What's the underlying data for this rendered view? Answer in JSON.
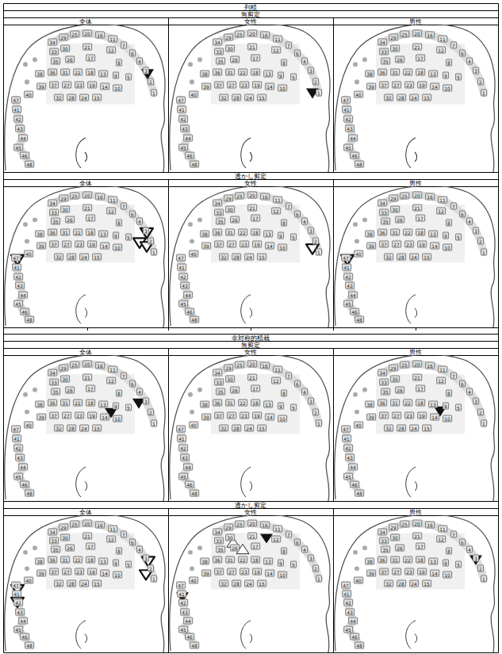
{
  "diagram": {
    "labels": [
      "列植",
      "無剪定",
      "全体",
      "女性",
      "男性",
      "34",
      "29",
      "25",
      "20",
      "16",
      "11",
      "7",
      "6",
      "4",
      "3",
      "2",
      "1",
      "33",
      "30",
      "21",
      "12",
      "35",
      "26",
      "17",
      "8",
      "38",
      "36",
      "31",
      "22",
      "18",
      "13",
      "9",
      "5",
      "39",
      "37",
      "27",
      "23",
      "19",
      "14",
      "10",
      "32",
      "28",
      "24",
      "15",
      "47",
      "40",
      "41",
      "42",
      "43",
      "44",
      "45",
      "46",
      "48",
      "34",
      "29",
      "25",
      "20",
      "16",
      "11",
      "7",
      "6",
      "4",
      "3",
      "2",
      "1",
      "33",
      "30",
      "21",
      "12",
      "35",
      "26",
      "17",
      "8",
      "38",
      "36",
      "31",
      "22",
      "18",
      "13",
      "9",
      "5",
      "39",
      "37",
      "27",
      "23",
      "19",
      "14",
      "10",
      "32",
      "28",
      "24",
      "15",
      "47",
      "40",
      "41",
      "42",
      "43",
      "44",
      "45",
      "46",
      "48",
      "34",
      "29",
      "25",
      "20",
      "16",
      "11",
      "7",
      "6",
      "4",
      "3",
      "2",
      "1",
      "33",
      "30",
      "21",
      "12",
      "35",
      "26",
      "17",
      "8",
      "38",
      "36",
      "31",
      "22",
      "18",
      "13",
      "9",
      "5",
      "39",
      "37",
      "27",
      "23",
      "19",
      "14",
      "10",
      "32",
      "28",
      "24",
      "15",
      "47",
      "40",
      "41",
      "42",
      "43",
      "44",
      "45",
      "46",
      "48",
      "透かし剪定",
      "全体",
      "女性",
      "男性",
      "34",
      "29",
      "25",
      "20",
      "16",
      "11",
      "7",
      "6",
      "4",
      "3",
      "2",
      "1",
      "33",
      "30",
      "21",
      "12",
      "35",
      "26",
      "17",
      "8",
      "38",
      "36",
      "31",
      "22",
      "18",
      "13",
      "9",
      "5",
      "39",
      "37",
      "27",
      "23",
      "19",
      "14",
      "10",
      "32",
      "28",
      "24",
      "15",
      "47",
      "40",
      "41",
      "42",
      "43",
      "44",
      "45",
      "46",
      "48",
      "34",
      "29",
      "25",
      "20",
      "16",
      "11",
      "7",
      "6",
      "4",
      "3",
      "2",
      "1",
      "33",
      "30",
      "21",
      "12",
      "35",
      "26",
      "17",
      "8",
      "38",
      "36",
      "31",
      "22",
      "18",
      "13",
      "9",
      "5",
      "39",
      "37",
      "27",
      "23",
      "19",
      "14",
      "10",
      "32",
      "28",
      "24",
      "15",
      "47",
      "40",
      "41",
      "42",
      "43",
      "44",
      "45",
      "46",
      "48",
      "34",
      "29",
      "25",
      "20",
      "16",
      "11",
      "7",
      "6",
      "4",
      "3",
      "2",
      "1",
      "33",
      "30",
      "21",
      "12",
      "35",
      "26",
      "17",
      "8",
      "38",
      "36",
      "31",
      "22",
      "18",
      "13",
      "9",
      "5",
      "39",
      "37",
      "27",
      "23",
      "19",
      "14",
      "10",
      "32",
      "28",
      "24",
      "15",
      "47",
      "40",
      "41",
      "42",
      "43",
      "44",
      "45",
      "46",
      "48",
      "非対称的植栽",
      "無剪定",
      "全体",
      "女性",
      "男性",
      "34",
      "29",
      "25",
      "20",
      "16",
      "11",
      "7",
      "6",
      "4",
      "3",
      "2",
      "1",
      "33",
      "30",
      "21",
      "12",
      "35",
      "26",
      "17",
      "8",
      "38",
      "36",
      "31",
      "22",
      "18",
      "13",
      "9",
      "5",
      "39",
      "37",
      "27",
      "23",
      "19",
      "14",
      "10",
      "32",
      "28",
      "24",
      "15",
      "47",
      "40",
      "41",
      "42",
      "43",
      "44",
      "45",
      "46",
      "48",
      "34",
      "29",
      "25",
      "20",
      "16",
      "11",
      "7",
      "6",
      "4",
      "3",
      "2",
      "1",
      "33",
      "30",
      "21",
      "12",
      "35",
      "26",
      "17",
      "8",
      "38",
      "36",
      "31",
      "22",
      "18",
      "13",
      "9",
      "5",
      "39",
      "37",
      "27",
      "23",
      "19",
      "14",
      "10",
      "32",
      "28",
      "24",
      "15",
      "47",
      "40",
      "41",
      "42",
      "43",
      "44",
      "45",
      "46",
      "48",
      "34",
      "29",
      "25",
      "20",
      "16",
      "11",
      "7",
      "6",
      "4",
      "3",
      "2",
      "1",
      "33",
      "30",
      "21",
      "12",
      "35",
      "26",
      "17",
      "8",
      "38",
      "36",
      "31",
      "22",
      "18",
      "13",
      "9",
      "5",
      "39",
      "37",
      "27",
      "23",
      "19",
      "14",
      "10",
      "32",
      "28",
      "24",
      "15",
      "47",
      "40",
      "41",
      "42",
      "43",
      "44",
      "45",
      "46",
      "48",
      "透かし剪定",
      "全体",
      "女性",
      "男性",
      "34",
      "29",
      "25",
      "20",
      "16",
      "11",
      "7",
      "6",
      "4",
      "3",
      "2",
      "1",
      "33",
      "30",
      "21",
      "12",
      "35",
      "26",
      "17",
      "8",
      "38",
      "36",
      "31",
      "22",
      "18",
      "13",
      "9",
      "5",
      "39",
      "37",
      "27",
      "23",
      "19",
      "14",
      "10",
      "32",
      "28",
      "24",
      "15",
      "47",
      "40",
      "41",
      "42",
      "43",
      "44",
      "45",
      "46",
      "48",
      "34",
      "29",
      "25",
      "20",
      "16",
      "11",
      "7",
      "6",
      "4",
      "3",
      "2",
      "1",
      "33",
      "30",
      "21",
      "12",
      "35",
      "26",
      "17",
      "8",
      "38",
      "36",
      "31",
      "22",
      "18",
      "13",
      "9",
      "5",
      "39",
      "37",
      "27",
      "23",
      "19",
      "14",
      "10",
      "32",
      "28",
      "24",
      "15",
      "47",
      "40",
      "41",
      "42",
      "43",
      "44",
      "45",
      "46",
      "48",
      "34",
      "29",
      "25",
      "20",
      "16",
      "11",
      "7",
      "6",
      "4",
      "3",
      "2",
      "1",
      "33",
      "30",
      "21",
      "12",
      "35",
      "26",
      "17",
      "8",
      "38",
      "36",
      "31",
      "22",
      "18",
      "13",
      "9",
      "5",
      "39",
      "37",
      "27",
      "23",
      "19",
      "14",
      "10",
      "32",
      "28",
      "24",
      "15",
      "47",
      "40",
      "41",
      "42",
      "43",
      "44",
      "45",
      "46",
      "48"
    ]
  }
}
